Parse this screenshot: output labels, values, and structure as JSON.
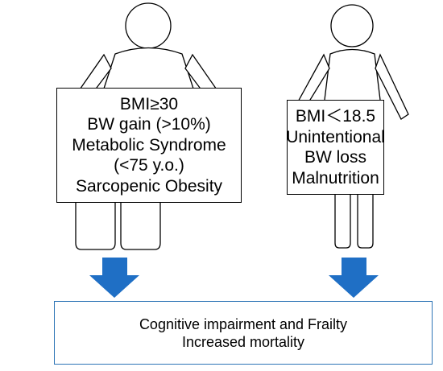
{
  "figures": {
    "left": {
      "lines": [
        "BMI≥30",
        "BW gain (>10%)",
        "Metabolic Syndrome",
        "(<75 y.o.)",
        "Sarcopenic Obesity"
      ]
    },
    "right": {
      "lines": [
        "BMI＜18.5",
        "Unintentional",
        "BW loss",
        "Malnutrition"
      ]
    }
  },
  "outcome": {
    "lines": [
      "Cognitive impairment and Frailty",
      "Increased mortality"
    ]
  },
  "colors": {
    "arrow": "#1f6fc5",
    "outcome_border": "#2e75b6",
    "outline": "#000000"
  }
}
